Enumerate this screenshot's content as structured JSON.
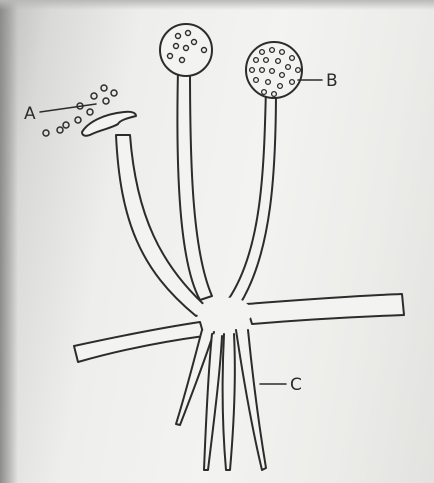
{
  "labels": {
    "a": "A",
    "b": "B",
    "c": "C"
  },
  "colors": {
    "ink": "#2c2c2c",
    "paper": "#f1f1ef"
  }
}
